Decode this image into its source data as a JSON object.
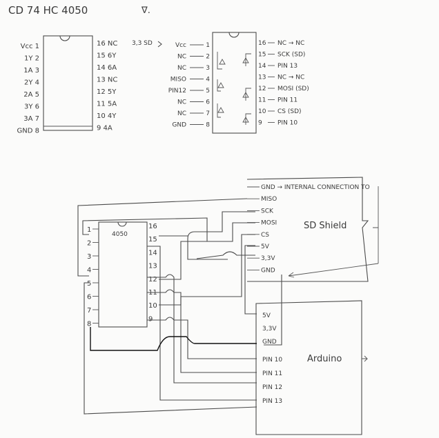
{
  "title": "CD 74 HC 4050",
  "title_mark": "∇.",
  "chip1": {
    "left_pins": [
      "Vcc 1",
      "1Y 2",
      "1A 3",
      "2Y 4",
      "2A 5",
      "3Y 6",
      "3A 7",
      "GND 8"
    ],
    "right_pins": [
      "16 NC",
      "15 6Y",
      "14 6A",
      "13 NC",
      "12 5Y",
      "11 5A",
      "10 4Y",
      "9 4A"
    ]
  },
  "chip2": {
    "supply_label": "3,3 SD",
    "left": [
      {
        "name": "Vcc",
        "num": "1"
      },
      {
        "name": "NC",
        "num": "2"
      },
      {
        "name": "NC",
        "num": "3"
      },
      {
        "name": "MISO",
        "num": "4"
      },
      {
        "name": "PIN12",
        "num": "5"
      },
      {
        "name": "NC",
        "num": "6"
      },
      {
        "name": "NC",
        "num": "7"
      },
      {
        "name": "GND",
        "num": "8"
      }
    ],
    "right": [
      {
        "num": "16",
        "name": "NC → NC"
      },
      {
        "num": "15",
        "name": "SCK (SD)"
      },
      {
        "num": "14",
        "name": "PIN 13"
      },
      {
        "num": "13",
        "name": "NC → NC"
      },
      {
        "num": "12",
        "name": "MOSI (SD)"
      },
      {
        "num": "11",
        "name": "PIN 11"
      },
      {
        "num": "10",
        "name": "CS (SD)"
      },
      {
        "num": "9",
        "name": "PIN 10"
      }
    ]
  },
  "schematic": {
    "chip_label": "4050",
    "left_nums": [
      "1",
      "2",
      "3",
      "4",
      "5",
      "6",
      "7",
      "8"
    ],
    "right_nums": [
      "16",
      "15",
      "14",
      "13",
      "12",
      "11",
      "10",
      "9"
    ],
    "sd": {
      "title": "SD Shield",
      "pins": [
        "GND → INTERNAL CONNECTION TO",
        "MISO",
        "SCK",
        "MOSI",
        "CS",
        "5V",
        "3,3V",
        "GND"
      ]
    },
    "arduino": {
      "title": "Arduino",
      "pins": [
        "5V",
        "3,3V",
        "GND",
        "PIN 10",
        "PIN 11",
        "PIN 12",
        "PIN 13"
      ]
    }
  }
}
